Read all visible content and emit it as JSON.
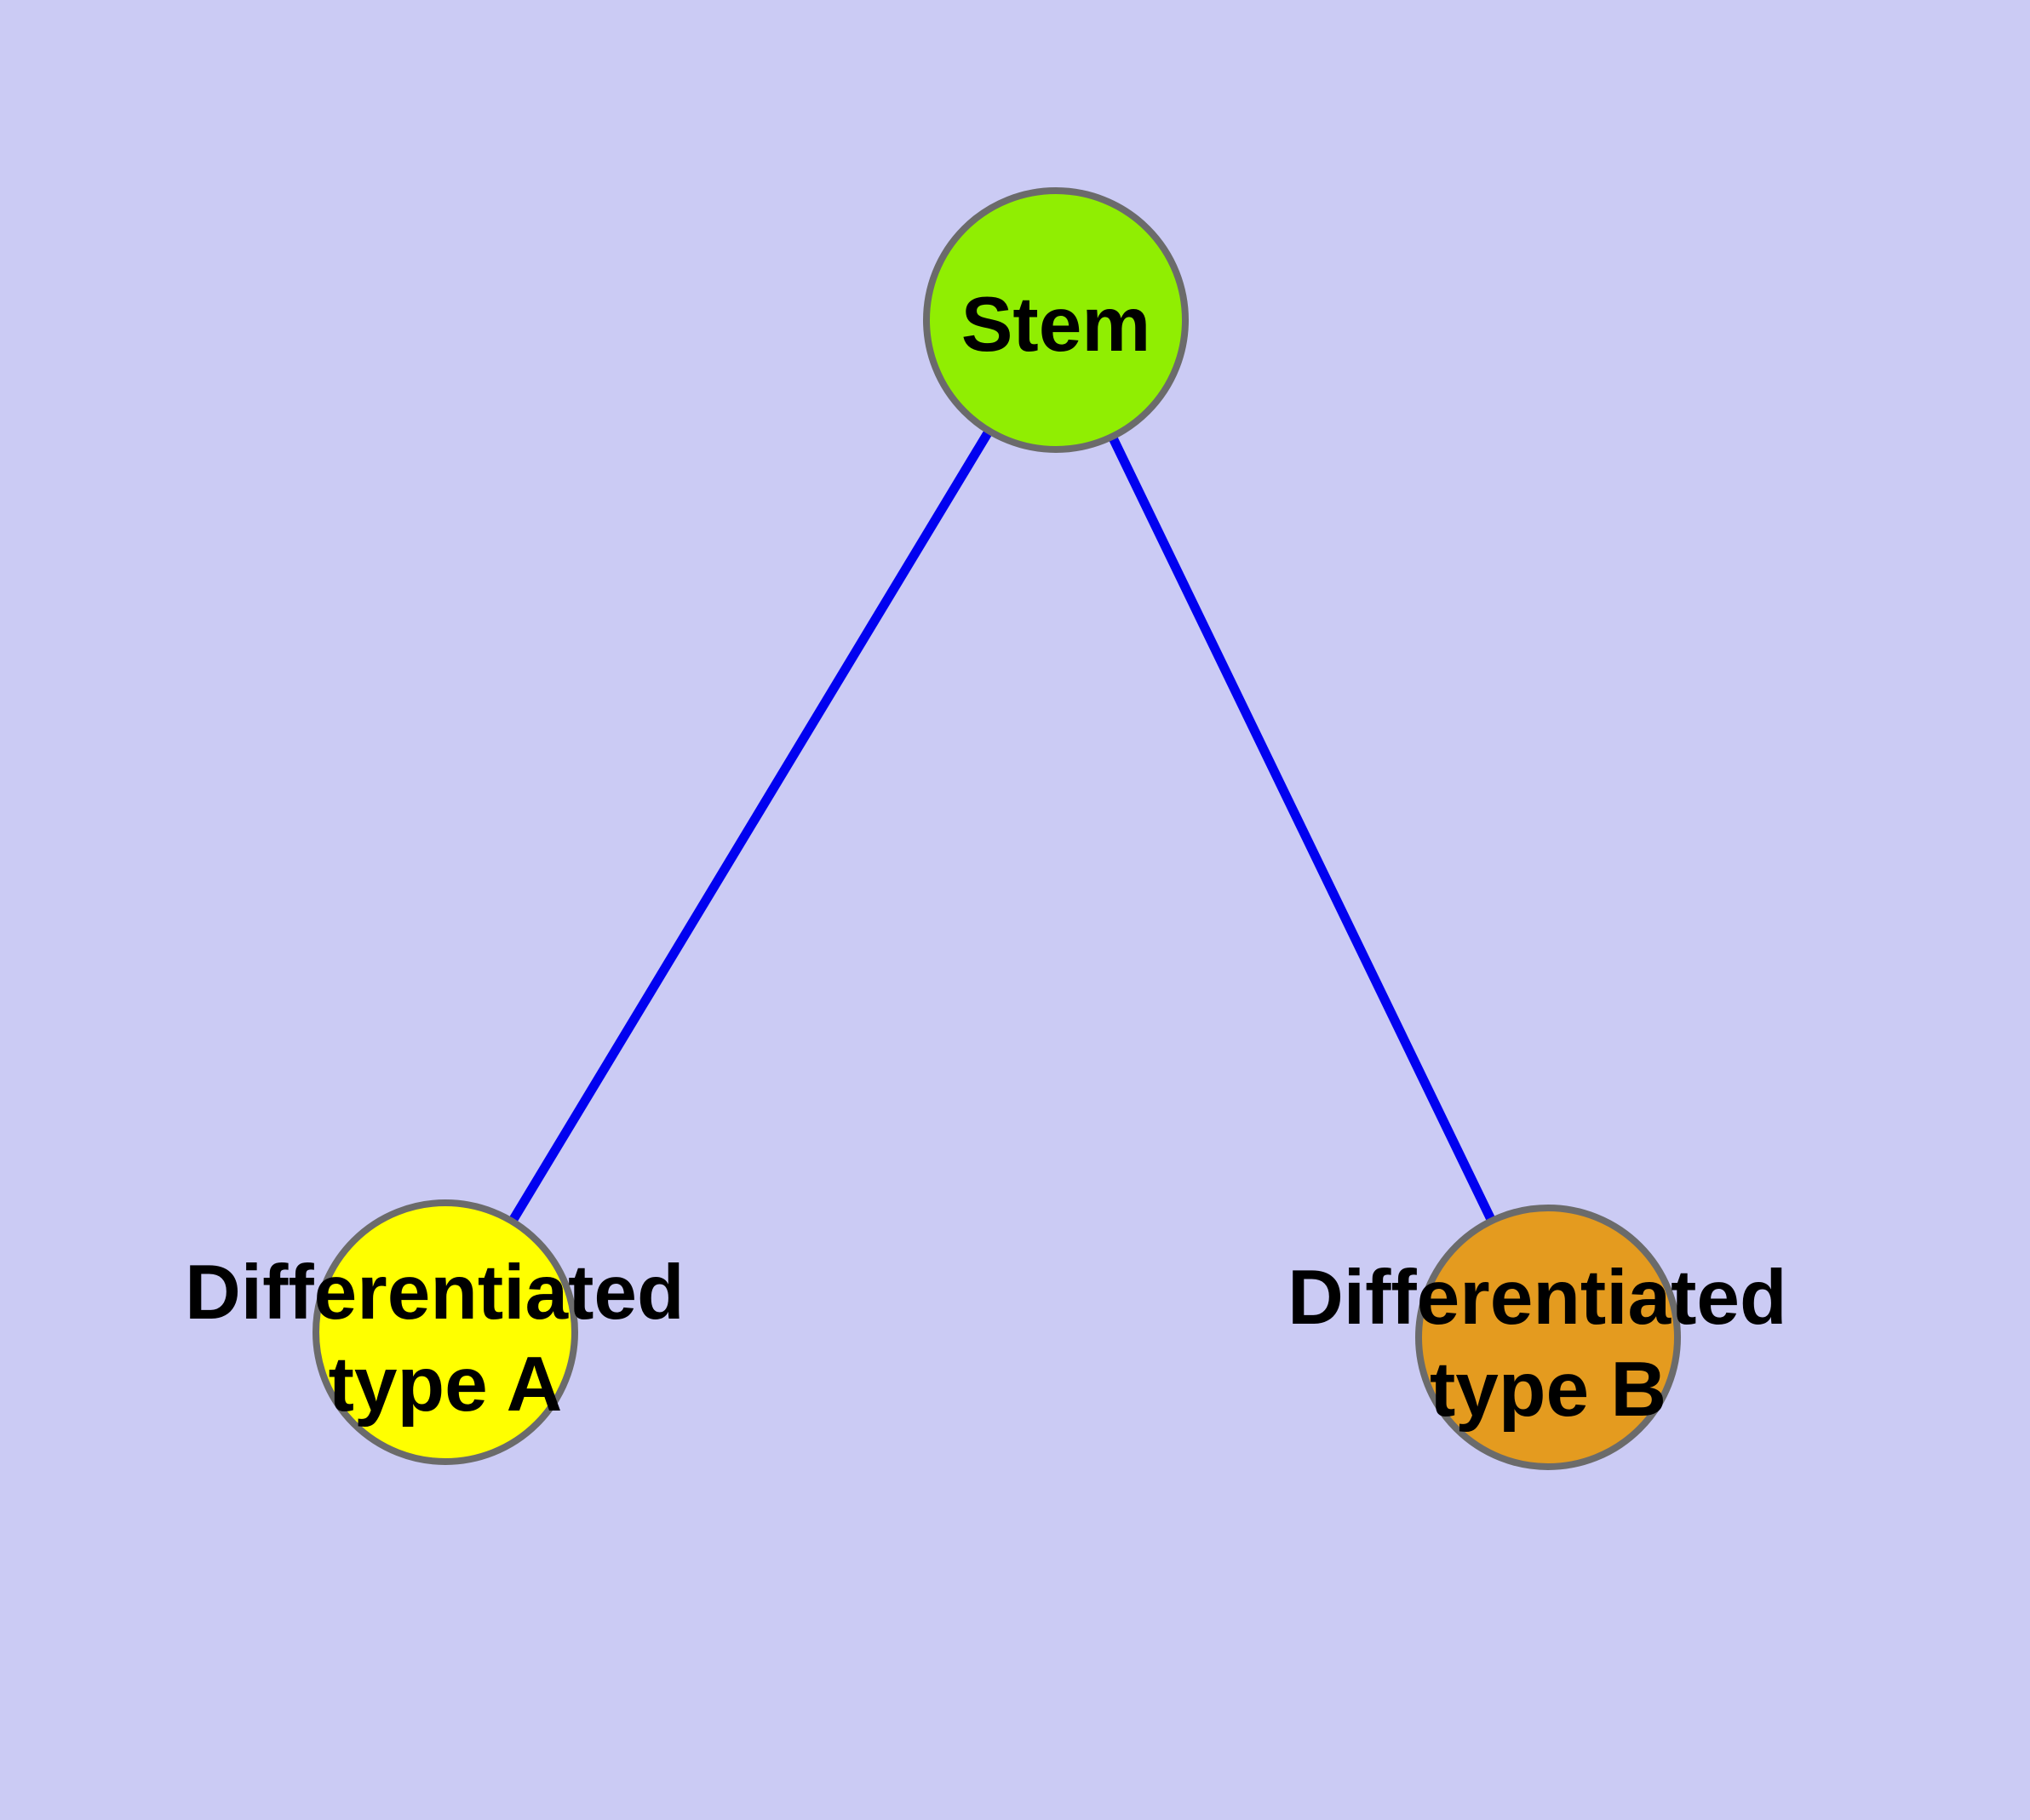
{
  "figure": {
    "type": "graph-diagram",
    "description": "Stem cell differentiation tree: one stem node with two differentiated child types",
    "background_color": "#CBCBF4",
    "edge_color": "#0101F0",
    "node_border_color": "#6B6B6B",
    "label_color": "#000000"
  },
  "nodes": {
    "stem": {
      "label": "Stem",
      "fill": "#90EE02"
    },
    "type_a": {
      "label_line1": "Differentiated",
      "label_line2": "type A",
      "fill": "#FFFF00"
    },
    "type_b": {
      "label_line1": "Differentiated",
      "label_line2": "type B",
      "fill": "#E49B1F"
    }
  },
  "edges": [
    {
      "from": "Stem",
      "to": "Differentiated type A"
    },
    {
      "from": "Stem",
      "to": "Differentiated type B"
    }
  ]
}
